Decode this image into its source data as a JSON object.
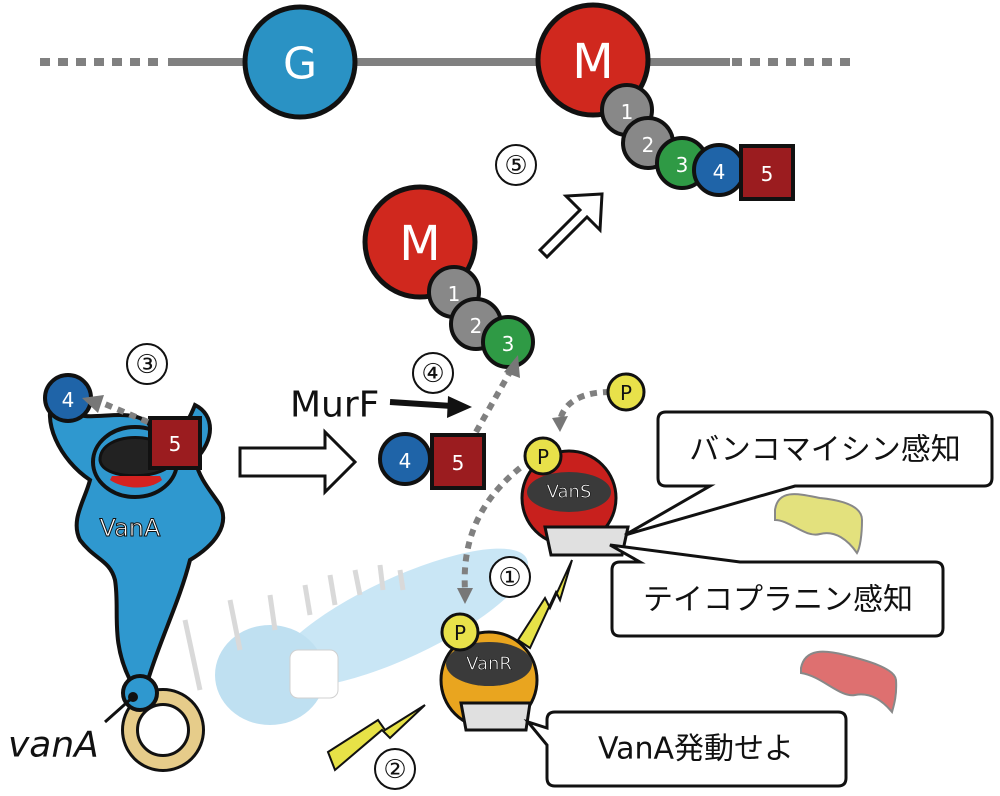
{
  "glycan_chain": {
    "g_label": "G",
    "m_label": "M"
  },
  "peptide_top": [
    "1",
    "2",
    "3",
    "4",
    "5"
  ],
  "peptide_mid": {
    "m_label": "M",
    "residues": [
      "1",
      "2",
      "3"
    ]
  },
  "dipeptide": [
    "4",
    "5"
  ],
  "vana_enzyme": {
    "label": "VanA",
    "held_circle": "4",
    "held_square": "5"
  },
  "gene_label": "vanA",
  "enzyme_murf": "MurF",
  "steps": [
    "①",
    "②",
    "③",
    "④",
    "⑤"
  ],
  "vans": {
    "label": "VanS",
    "phospho": "P"
  },
  "vanr": {
    "label": "VanR",
    "phospho": "P"
  },
  "free_phosphate": "P",
  "bubbles": {
    "vancomycin": "バンコマイシン感知",
    "teicoplanin": "テイコプラニン感知",
    "activate": "VanA発動せよ"
  },
  "colors": {
    "glycan_g": "#2a92c4",
    "glycan_m": "#d0281e",
    "residue_gray": "#888888",
    "residue_green": "#2f9a45",
    "residue_blue": "#1f64a8",
    "residue_darkred": "#9b1c1f",
    "vana_body": "#2f98cf",
    "vans_body": "#c8201d",
    "vanr_body": "#e9a51f",
    "phosphate": "#e8e14a",
    "lightning": "#e7e247",
    "antibiotic_yellow": "#e3e17d",
    "antibiotic_red": "#de7070",
    "plasmid": "#e6cc8a"
  }
}
